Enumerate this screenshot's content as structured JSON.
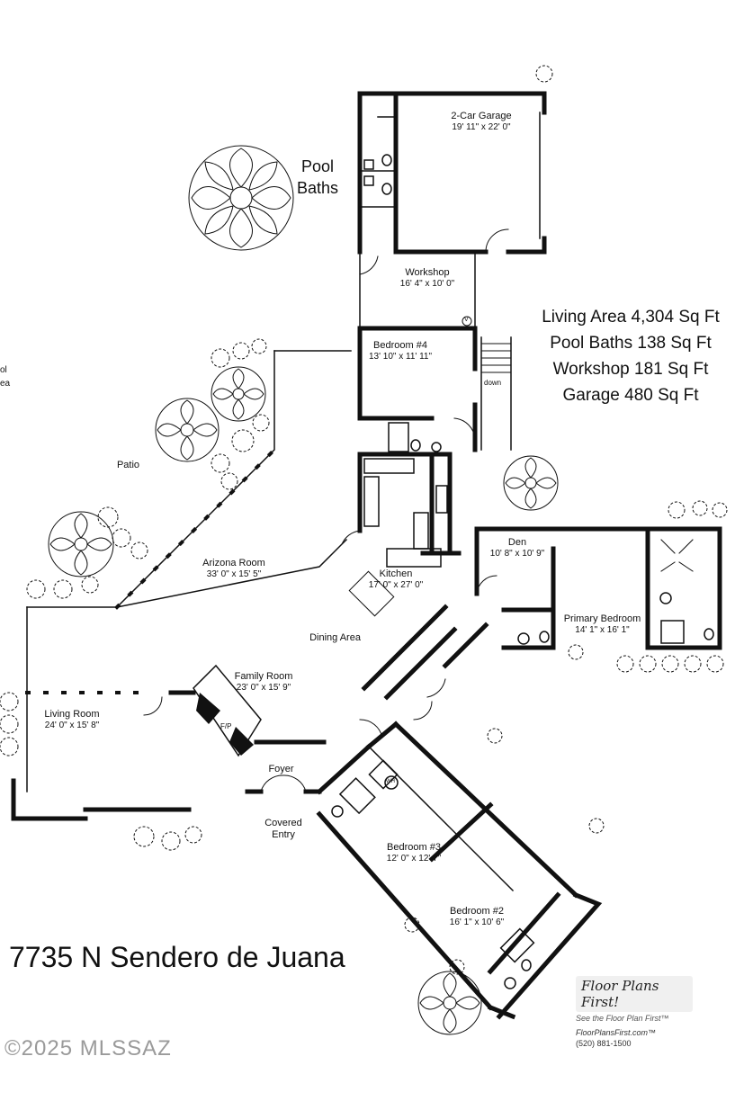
{
  "stats": {
    "living": "Living Area 4,304 Sq Ft",
    "pool_baths": "Pool Baths 138 Sq Ft",
    "workshop": "Workshop 181 Sq Ft",
    "garage": "Garage 480 Sq Ft"
  },
  "pool_baths_label": {
    "line1": "Pool",
    "line2": "Baths"
  },
  "left_cut": {
    "line1": "ol",
    "line2": "ea"
  },
  "rooms": {
    "garage": {
      "name": "2-Car Garage",
      "dim": "19' 11\" x 22' 0\""
    },
    "workshop": {
      "name": "Workshop",
      "dim": "16' 4\" x 10' 0\""
    },
    "bedroom4": {
      "name": "Bedroom #4",
      "dim": "13' 10\" x 11' 11\""
    },
    "patio": {
      "name": "Patio"
    },
    "arizona": {
      "name": "Arizona Room",
      "dim": "33' 0\" x 15' 5\""
    },
    "kitchen": {
      "name": "Kitchen",
      "dim": "17' 0\" x 27' 0\""
    },
    "den": {
      "name": "Den",
      "dim": "10' 8\" x 10' 9\""
    },
    "primary": {
      "name": "Primary Bedroom",
      "dim": "14' 1\" x 16' 1\""
    },
    "dining": {
      "name": "Dining Area"
    },
    "family": {
      "name": "Family Room",
      "dim": "23' 0\" x 15' 9\""
    },
    "living": {
      "name": "Living Room",
      "dim": "24' 0\" x 15' 8\""
    },
    "foyer": {
      "name": "Foyer"
    },
    "covered": {
      "name": "Covered",
      "name2": "Entry"
    },
    "bedroom3": {
      "name": "Bedroom #3",
      "dim": "12' 0\" x 12' 7\""
    },
    "bedroom2": {
      "name": "Bedroom #2",
      "dim": "16' 1\" x 10' 6\""
    }
  },
  "fixtures": {
    "down": "down",
    "fireplace": "F/P",
    "water_heater": "WH",
    "valve": "V"
  },
  "address": "7735 N Sendero de Juana",
  "copyright": "©2025 MLSSAZ",
  "brand": {
    "logo": "Floor Plans First!",
    "tagline": "See the Floor Plan First™",
    "url": "FloorPlansFirst.com™",
    "phone": "(520) 881-1500"
  }
}
